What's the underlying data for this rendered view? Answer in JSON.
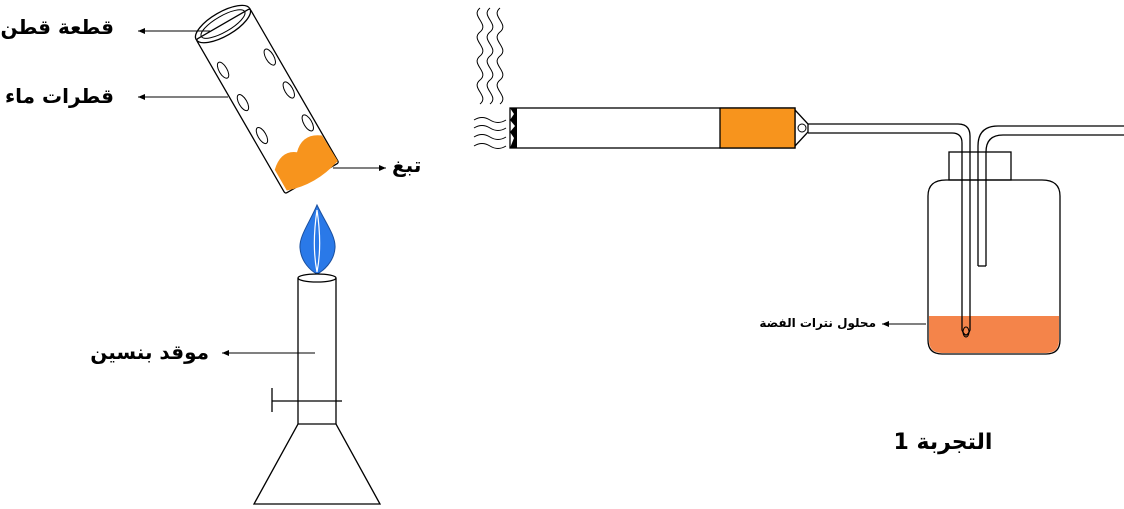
{
  "labels": {
    "cotton": "قطعة قطن",
    "water_drops": "قطرات ماء",
    "tobacco": "تبغ",
    "burner": "موقد بنسين",
    "silver_nitrate": "محلول نترات الفضة",
    "experiment": "التجربة 1"
  },
  "colors": {
    "tobacco": "#f7941d",
    "cigarette_band": "#f7941d",
    "solution": "#f4844a",
    "flame": "#2a79e8"
  }
}
